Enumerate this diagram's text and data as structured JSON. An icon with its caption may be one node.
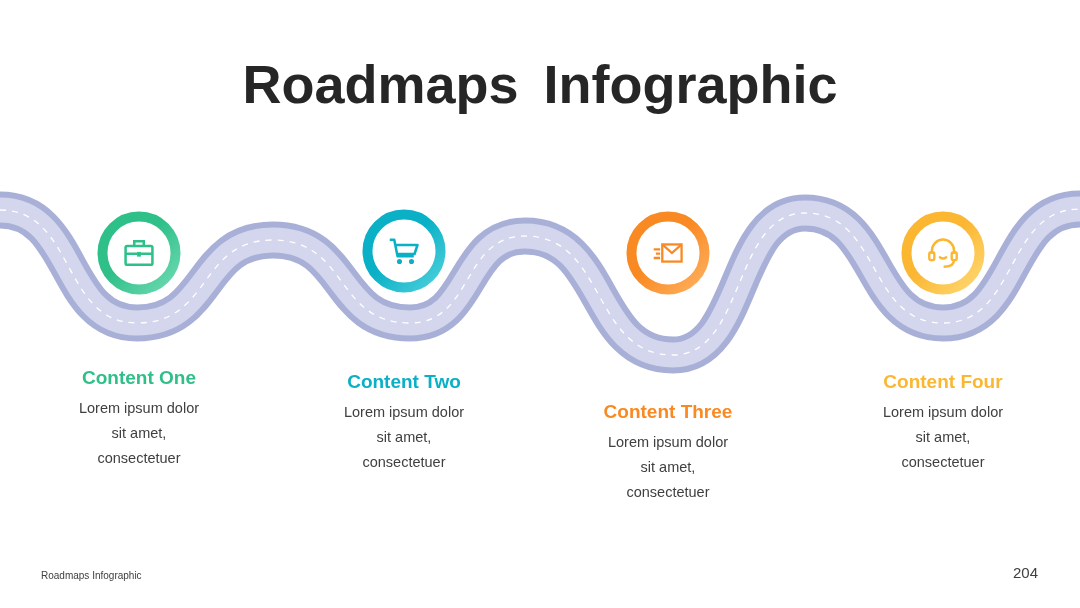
{
  "diagram": {
    "title": "Roadmaps Infographic",
    "nodes": [
      {
        "text": [],
        "shape": "circle",
        "beside": [
          "Content One",
          "Lorem ipsum dolor sit amet, consectetuer"
        ]
      },
      {
        "text": [],
        "shape": "circle",
        "beside": [
          "Content Two",
          "Lorem ipsum dolor sit amet, consectetuer"
        ]
      },
      {
        "text": [],
        "shape": "circle",
        "beside": [
          "Content Three",
          "Lorem ipsum dolor sit amet, consectetuer"
        ]
      },
      {
        "text": [],
        "shape": "circle",
        "beside": [
          "Content Four",
          "Lorem ipsum dolor sit amet, consectetuer"
        ]
      }
    ],
    "labels": [
      "Roadmaps Infographic",
      "204"
    ]
  }
}
